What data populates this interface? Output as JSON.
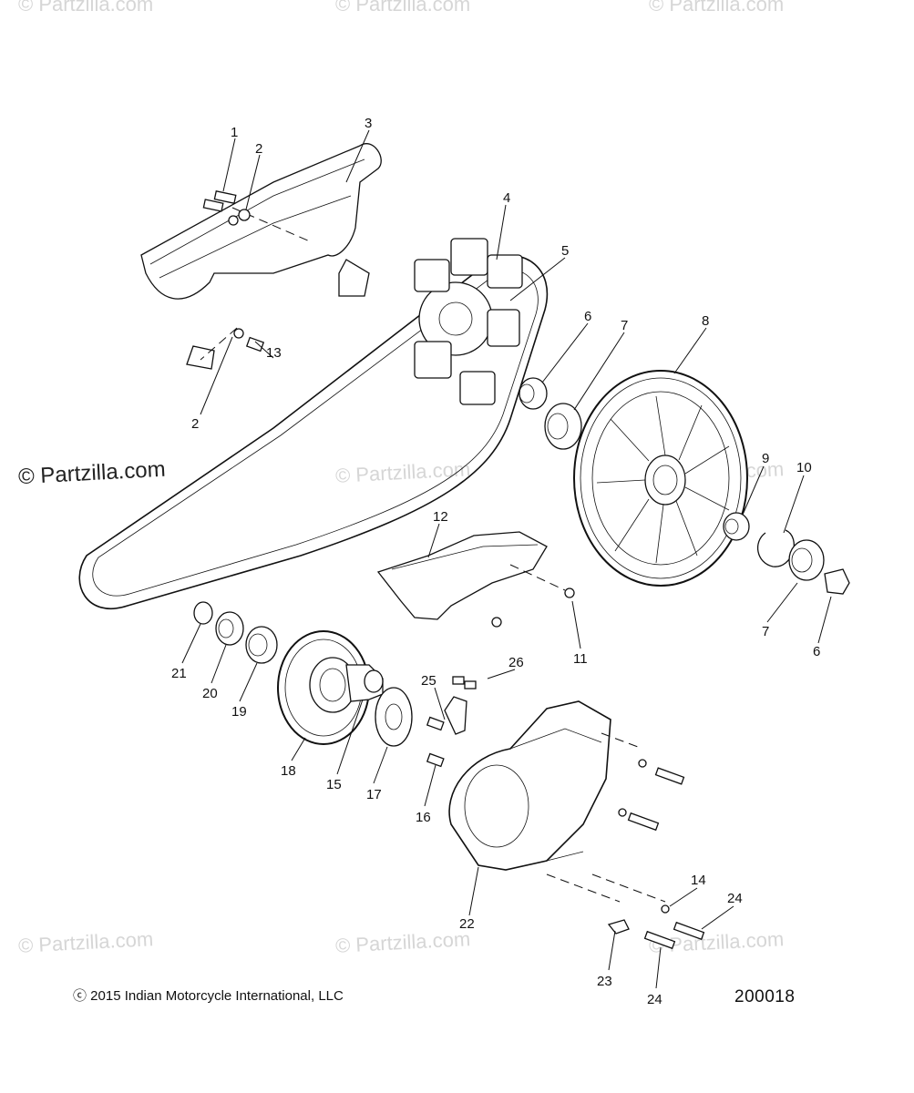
{
  "watermark": {
    "text": "© Partzilla.com",
    "main_text": "© Partzilla.com"
  },
  "callouts": [
    {
      "id": "c1",
      "label": "1"
    },
    {
      "id": "c2a",
      "label": "2"
    },
    {
      "id": "c3",
      "label": "3"
    },
    {
      "id": "c4",
      "label": "4"
    },
    {
      "id": "c5",
      "label": "5"
    },
    {
      "id": "c6a",
      "label": "6"
    },
    {
      "id": "c7a",
      "label": "7"
    },
    {
      "id": "c8",
      "label": "8"
    },
    {
      "id": "c13",
      "label": "13"
    },
    {
      "id": "c2b",
      "label": "2"
    },
    {
      "id": "c9",
      "label": "9"
    },
    {
      "id": "c10",
      "label": "10"
    },
    {
      "id": "c7b",
      "label": "7"
    },
    {
      "id": "c6b",
      "label": "6"
    },
    {
      "id": "c12",
      "label": "12"
    },
    {
      "id": "c11",
      "label": "11"
    },
    {
      "id": "c21",
      "label": "21"
    },
    {
      "id": "c20",
      "label": "20"
    },
    {
      "id": "c19",
      "label": "19"
    },
    {
      "id": "c25",
      "label": "25"
    },
    {
      "id": "c26",
      "label": "26"
    },
    {
      "id": "c18",
      "label": "18"
    },
    {
      "id": "c15",
      "label": "15"
    },
    {
      "id": "c17",
      "label": "17"
    },
    {
      "id": "c16",
      "label": "16"
    },
    {
      "id": "c22",
      "label": "22"
    },
    {
      "id": "c14",
      "label": "14"
    },
    {
      "id": "c24a",
      "label": "24"
    },
    {
      "id": "c23",
      "label": "23"
    },
    {
      "id": "c24b",
      "label": "24"
    }
  ],
  "copyright": "ⓒ 2015 Indian Motorcycle International, LLC",
  "document_number": "200018"
}
